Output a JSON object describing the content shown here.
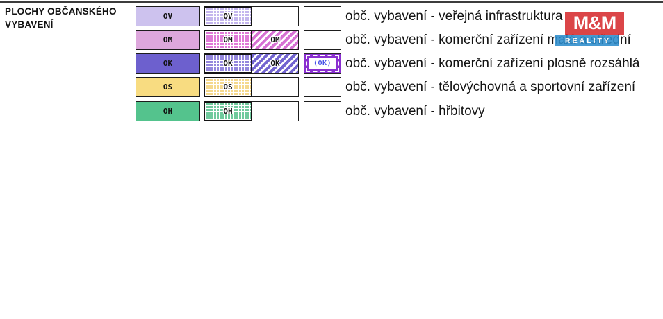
{
  "header": {
    "title_line1": "PLOCHY OBČANSKÉHO",
    "title_line2": "VYBAVENÍ"
  },
  "legend": {
    "rows": [
      {
        "code": "OV",
        "label": "obč. vybavení - veřejná infrastruktura",
        "fill": "#cdc2ee",
        "grid": "#c4b6ee",
        "stripe": null,
        "reserve": null
      },
      {
        "code": "OM",
        "label": "obč. vybavení - komerční zařízení malá a střední",
        "fill": "#dda7dc",
        "grid": "#e07ad8",
        "stripe": "#d671d3",
        "reserve": null
      },
      {
        "code": "OK",
        "label": "obč. vybavení - komerční zařízení plosně rozsáhlá",
        "fill": "#6d60ce",
        "grid": "#9487dd",
        "stripe": "#7264d0",
        "reserve": "(OK)",
        "reserve_frame": "#8a2fd0",
        "reserve_text": "#4953e8"
      },
      {
        "code": "OS",
        "label": "obč. vybavení - tělovýchovná a sportovní zařízení",
        "fill": "#f8dc81",
        "grid": "#f5d98d",
        "stripe": null,
        "reserve": null
      },
      {
        "code": "OH",
        "label": "obč. vybavení - hřbitovy",
        "fill": "#54c38d",
        "grid": "#6fca9d",
        "stripe": null,
        "reserve": null
      }
    ]
  },
  "watermark": {
    "top": "M&M",
    "bottom": "REALITY",
    "red": "#d62a2e",
    "blue": "#2b8ccc"
  }
}
